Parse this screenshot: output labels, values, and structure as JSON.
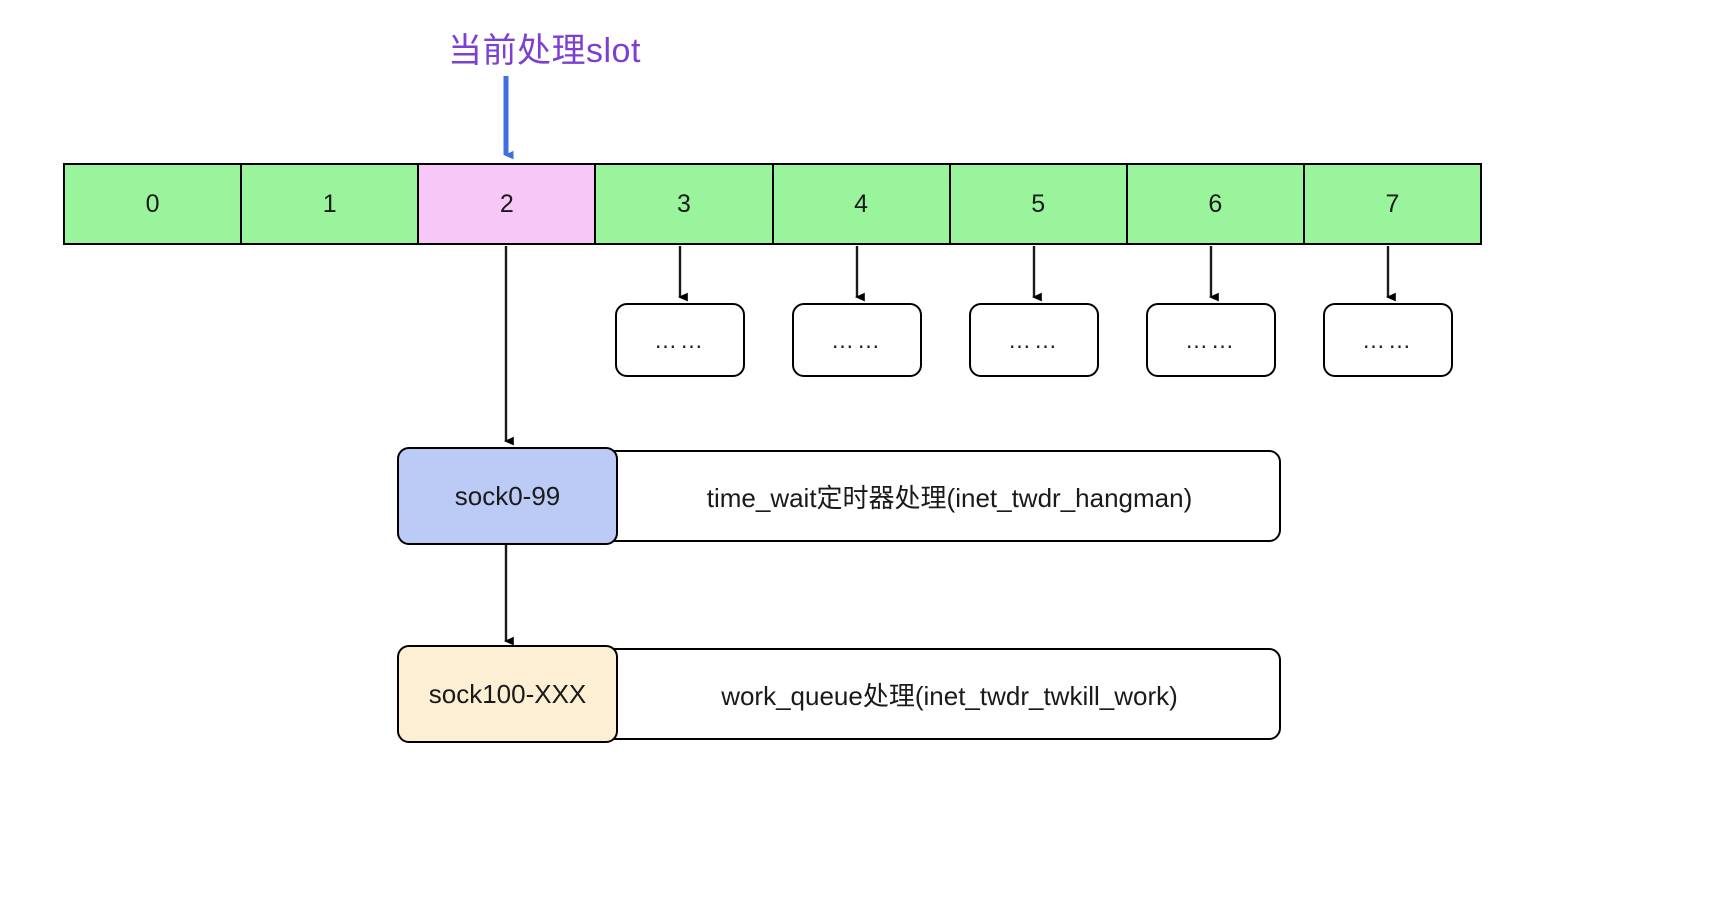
{
  "diagram": {
    "title_annotation": "当前处理slot",
    "accent_color_label": "#7b3fd4",
    "accent_color_arrow": "#3f6fe0",
    "slot_fill": "#99f49b",
    "slot_active_fill": "#f7c8f7",
    "chip_hangman_fill": "#bccbf5",
    "chip_twkill_fill": "#fcefd3"
  },
  "slots": [
    {
      "label": "0",
      "active": false
    },
    {
      "label": "1",
      "active": false
    },
    {
      "label": "2",
      "active": true
    },
    {
      "label": "3",
      "active": false
    },
    {
      "label": "4",
      "active": false
    },
    {
      "label": "5",
      "active": false
    },
    {
      "label": "6",
      "active": false
    },
    {
      "label": "7",
      "active": false
    }
  ],
  "ellipsis_boxes": [
    {
      "label": "……",
      "from_slot": "3"
    },
    {
      "label": "……",
      "from_slot": "4"
    },
    {
      "label": "……",
      "from_slot": "5"
    },
    {
      "label": "……",
      "from_slot": "6"
    },
    {
      "label": "……",
      "from_slot": "7"
    }
  ],
  "detail_rows": [
    {
      "chip_label": "sock0-99",
      "description": "time_wait定时器处理(inet_twdr_hangman)"
    },
    {
      "chip_label": "sock100-XXX",
      "description": "work_queue处理(inet_twdr_twkill_work)"
    }
  ]
}
